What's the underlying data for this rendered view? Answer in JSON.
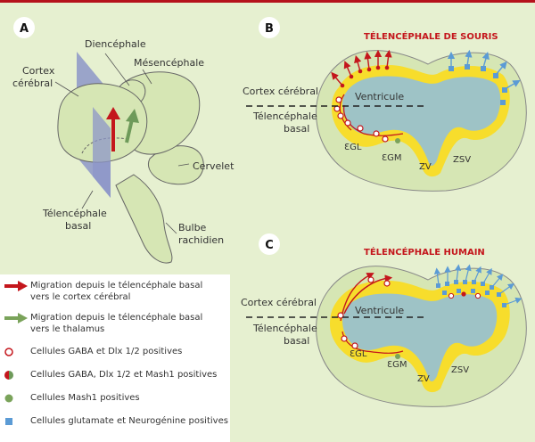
{
  "panels": {
    "a": {
      "letter": "A",
      "labels": {
        "diencephale": "Diencéphale",
        "mesencephale": "Mésencéphale",
        "cortex": "Cortex\ncérébral",
        "cervelet": "Cervelet",
        "telencephale": "Télencéphale\nbasal",
        "bulbe": "Bulbe\nrachidien"
      }
    },
    "b": {
      "letter": "B",
      "title": "TÉLENCÉPHALE DE SOURIS",
      "labels": {
        "cortex": "Cortex cérébral",
        "ventricule": "Ventricule",
        "telencephale": "Télencéphale\nbasal",
        "egl": "ƐGL",
        "egm": "ƐGM",
        "zv": "ZV",
        "zsv": "ZSV"
      }
    },
    "c": {
      "letter": "C",
      "title": "TÉLENCÉPHALE HUMAIN",
      "labels": {
        "cortex": "Cortex cérébral",
        "ventricule": "Ventricule",
        "telencephale": "Télencéphale\nbasal",
        "egl": "ƐGL",
        "egm": "ƐGM",
        "zv": "ZV",
        "zsv": "ZSV"
      }
    }
  },
  "legend": [
    {
      "symbol": "red-arrow-icon",
      "text": "Migration depuis le télencéphale basal\nvers le cortex cérébral"
    },
    {
      "symbol": "green-arrow-icon",
      "text": "Migration depuis le télencéphale basal\nvers le thalamus"
    },
    {
      "symbol": "red-ring-icon",
      "text": "Cellules GABA et Dlx 1/2 positives"
    },
    {
      "symbol": "split-circle-icon",
      "text": "Cellules GABA, Dlx 1/2 et Mash1 positives"
    },
    {
      "symbol": "green-dot-icon",
      "text": "Cellules Mash1 positives"
    },
    {
      "symbol": "blue-square-icon",
      "text": "Cellules glutamate et Neurogénine positives"
    }
  ],
  "colors": {
    "background": "#e6f0d0",
    "brain": "#d6e6b4",
    "ventricle": "#9ec3c6",
    "germinal_zone": "#f7dd2c",
    "red": "#c4161c",
    "green": "#6e9a5a",
    "blue": "#5b9bd5",
    "plane": "#8c96c8"
  }
}
